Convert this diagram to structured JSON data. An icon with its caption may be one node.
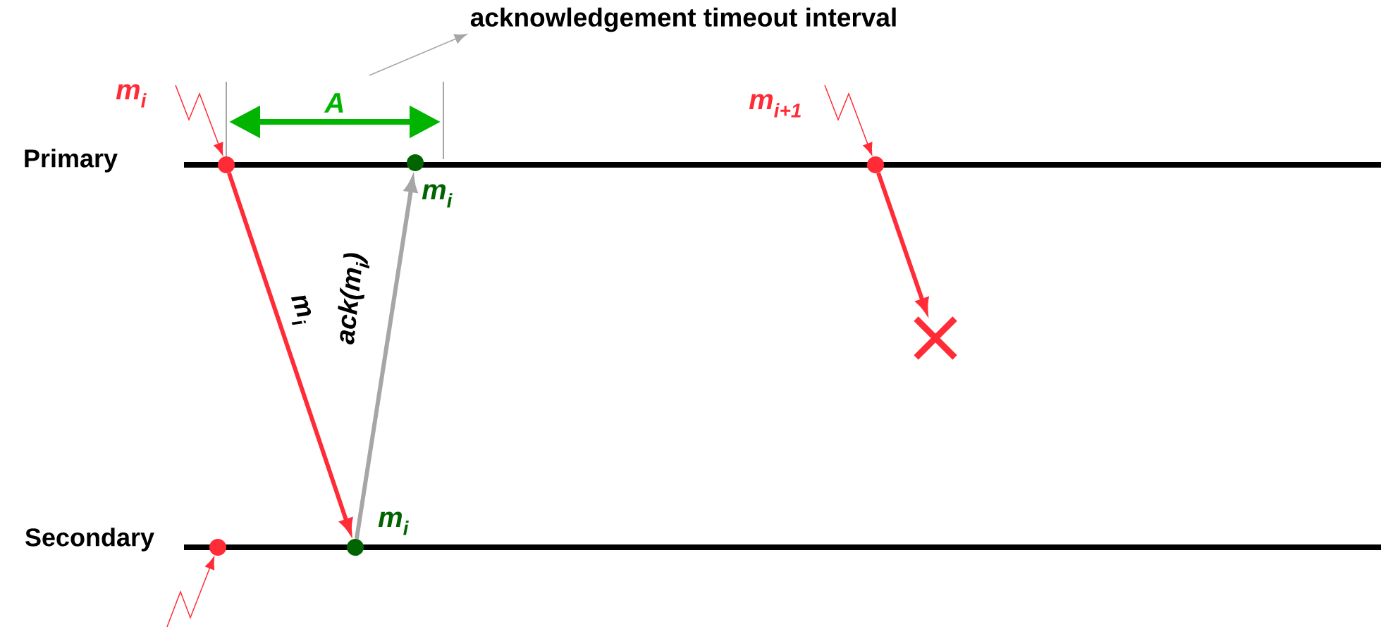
{
  "diagram": {
    "nodes": [
      {
        "text": [
          "acknowledgement timeout interval"
        ]
      },
      {
        "text": [],
        "shape": "circle",
        "beside": [
          "m$_{i}$"
        ]
      },
      {
        "text": [],
        "shape": "circle",
        "beside": [
          "m$_{i}$"
        ]
      },
      {
        "text": [],
        "shape": "circle",
        "beside": [
          "m$_{i+1}$"
        ]
      },
      {
        "text": [],
        "shape": "cross"
      },
      {
        "text": [],
        "shape": "circle"
      },
      {
        "text": [],
        "shape": "circle",
        "beside": [
          "m$_{i}$"
        ]
      }
    ],
    "edges": [
      {
        "from": null,
        "to": 1,
        "arrow": "to"
      },
      {
        "from": 1,
        "to": 6,
        "arrow": "to",
        "label": "m$_{i}$",
        "style": "thick"
      },
      {
        "from": 6,
        "to": 2,
        "arrow": "to",
        "label": "ack(m$_{i}$)",
        "style": "thick",
        "color": "#a6a6a6"
      },
      {
        "from": null,
        "to": 3,
        "arrow": "to"
      },
      {
        "from": 3,
        "to": 4,
        "arrow": "to",
        "style": "thick"
      },
      {
        "from": null,
        "to": 5,
        "arrow": "to"
      },
      {
        "from": null,
        "to": 0,
        "arrow": "to",
        "color": "#a6a6a6"
      }
    ],
    "labels": [
      "A",
      "Primary",
      "Secondary"
    ]
  }
}
